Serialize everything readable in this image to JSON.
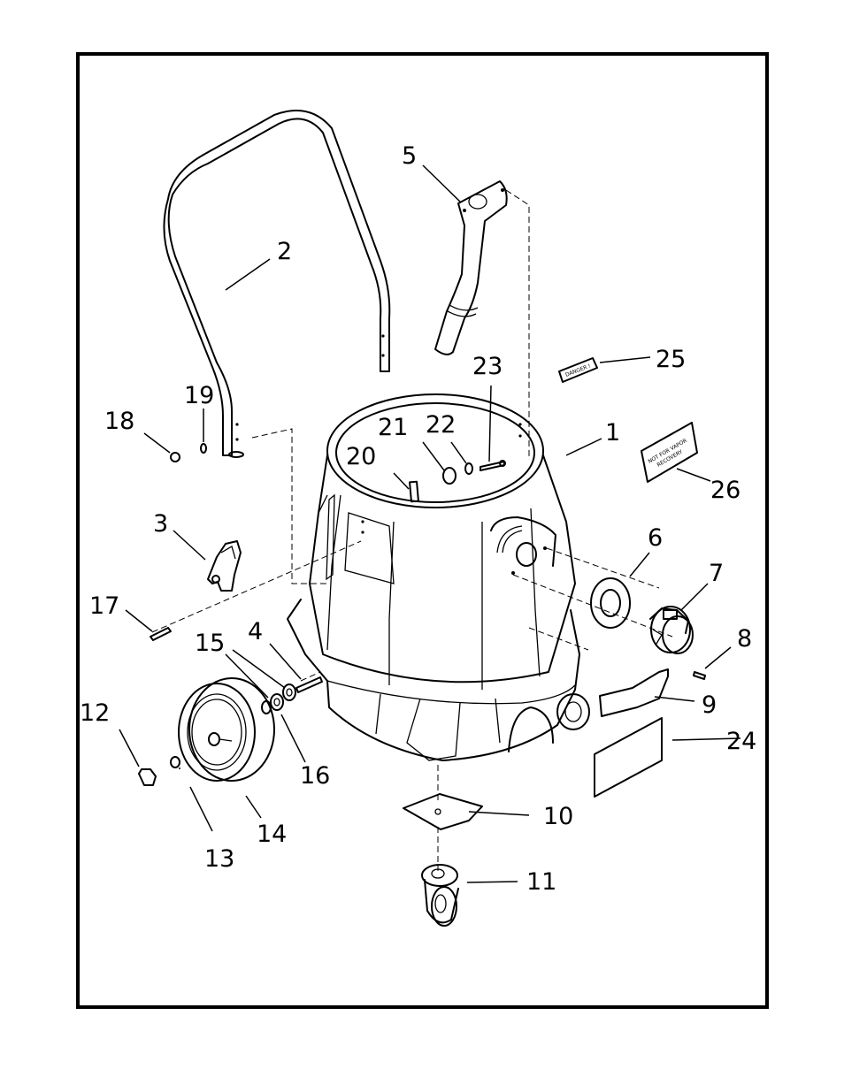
{
  "diagram": {
    "parts": [
      {
        "id": "1",
        "label": "1"
      },
      {
        "id": "2",
        "label": "2"
      },
      {
        "id": "3",
        "label": "3"
      },
      {
        "id": "4",
        "label": "4"
      },
      {
        "id": "5",
        "label": "5"
      },
      {
        "id": "6",
        "label": "6"
      },
      {
        "id": "7",
        "label": "7"
      },
      {
        "id": "8",
        "label": "8"
      },
      {
        "id": "9",
        "label": "9"
      },
      {
        "id": "10",
        "label": "10"
      },
      {
        "id": "11",
        "label": "11"
      },
      {
        "id": "12",
        "label": "12"
      },
      {
        "id": "13",
        "label": "13"
      },
      {
        "id": "14",
        "label": "14"
      },
      {
        "id": "15",
        "label": "15"
      },
      {
        "id": "16",
        "label": "16"
      },
      {
        "id": "17",
        "label": "17"
      },
      {
        "id": "18",
        "label": "18"
      },
      {
        "id": "19",
        "label": "19"
      },
      {
        "id": "20",
        "label": "20"
      },
      {
        "id": "21",
        "label": "21"
      },
      {
        "id": "22",
        "label": "22"
      },
      {
        "id": "23",
        "label": "23"
      },
      {
        "id": "24",
        "label": "24"
      },
      {
        "id": "25",
        "label": "25"
      },
      {
        "id": "26",
        "label": "26"
      }
    ],
    "decals": {
      "danger": "DANGER !",
      "vapor_line1": "NOT FOR VAPOR",
      "vapor_line2": "RECOVERY"
    }
  }
}
